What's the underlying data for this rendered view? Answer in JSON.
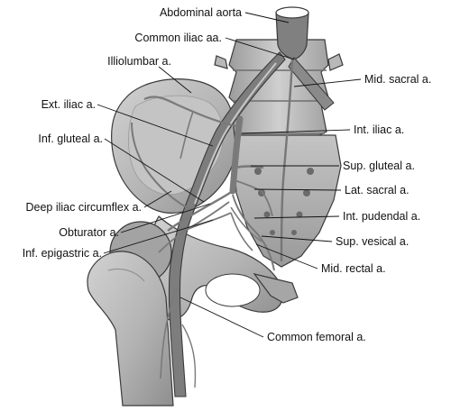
{
  "labels": {
    "abdominal_aorta": "Abdominal aorta",
    "common_iliac": "Common iliac aa.",
    "illiolumbar": "Illiolumbar a.",
    "mid_sacral": "Mid. sacral a.",
    "ext_iliac": "Ext. iliac a.",
    "int_iliac": "Int. iliac a.",
    "inf_gluteal": "Inf. gluteal a.",
    "sup_gluteal": "Sup. gluteal a.",
    "lat_sacral": "Lat. sacral a.",
    "deep_iliac_circumflex": "Deep iliac circumflex a.",
    "int_pudendal": "Int. pudendal a.",
    "obturator": "Obturator a.",
    "sup_vesical": "Sup. vesical a.",
    "inf_epigastric": "Inf. epigastric a.",
    "mid_rectal": "Mid. rectal a.",
    "common_femoral": "Common femoral a."
  },
  "colors": {
    "background": "#ffffff",
    "bone": "#b9b9b9",
    "bone_shadow": "#8e8e8e",
    "vessel": "#7d7d7d",
    "vessel_highlight": "#c8c8c8",
    "text": "#111111"
  }
}
